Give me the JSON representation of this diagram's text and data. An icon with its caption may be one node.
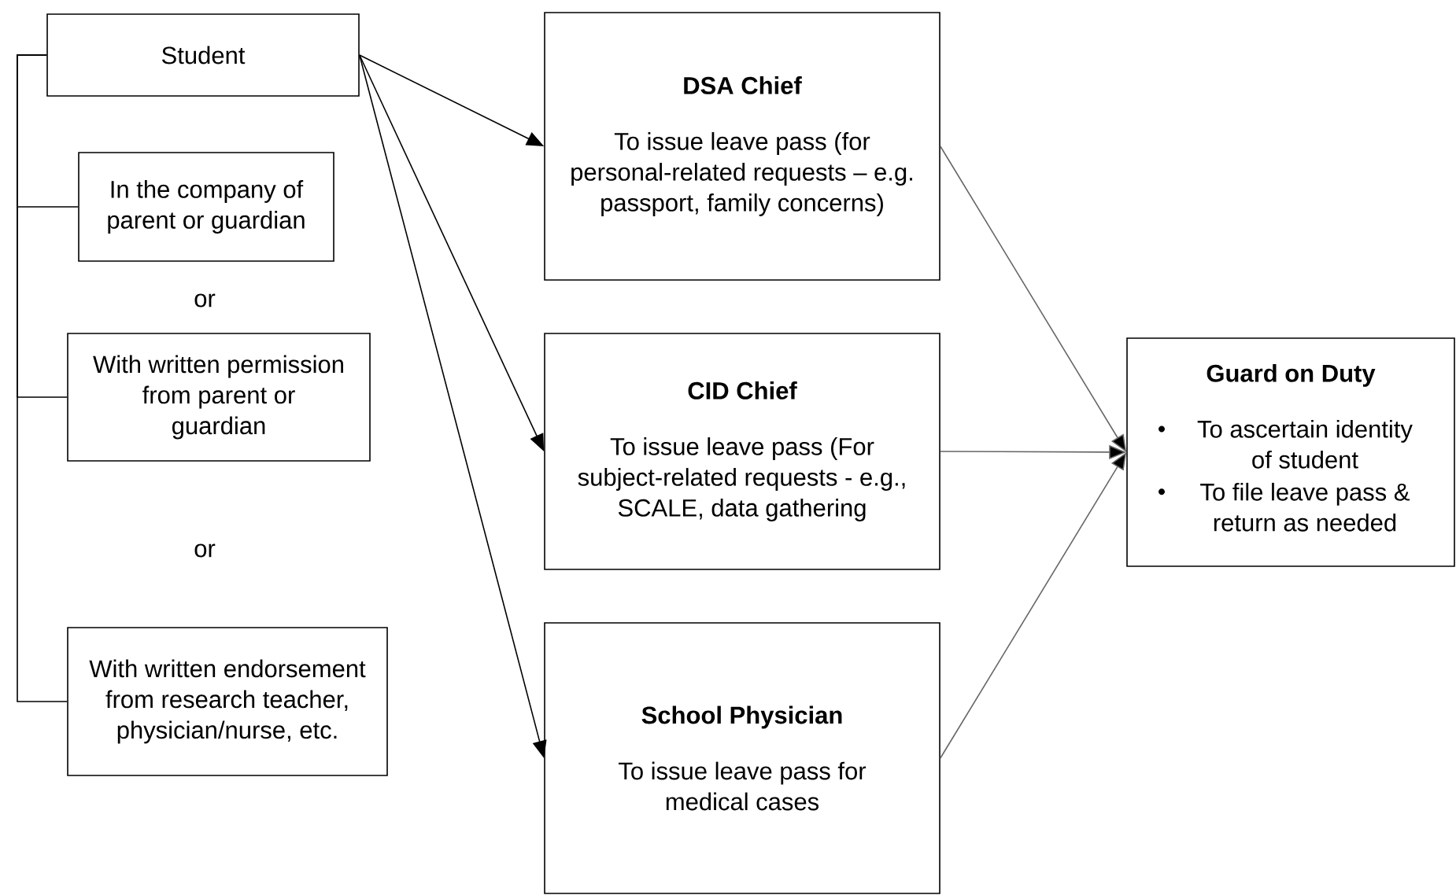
{
  "diagram": {
    "nodes": [
      {
        "text": [
          "Student"
        ]
      },
      {
        "text": [
          "In the company of parent or guardian"
        ]
      },
      {
        "text": [
          "With written permission from parent or guardian"
        ]
      },
      {
        "text": [
          "With written endorsement from research teacher, physician/nurse, etc."
        ]
      },
      {
        "text": [
          "DSA Chief",
          "To issue leave pass (for personal-related requests – e.g. passport, family concerns)"
        ]
      },
      {
        "text": [
          "CID Chief",
          "To issue leave pass (For subject-related requests - e.g., SCALE, data gathering"
        ]
      },
      {
        "text": [
          "School Physician",
          "To issue leave pass for medical cases"
        ]
      },
      {
        "text": [
          "Guard on Duty",
          "To ascertain identity of student",
          "To file leave pass & return as needed"
        ]
      }
    ],
    "edges": [
      {
        "from": 0,
        "to": 1,
        "arrow": "none"
      },
      {
        "from": 0,
        "to": 2,
        "arrow": "none"
      },
      {
        "from": 0,
        "to": 3,
        "arrow": "none"
      },
      {
        "from": 0,
        "to": 4,
        "arrow": "to"
      },
      {
        "from": 0,
        "to": 5,
        "arrow": "to"
      },
      {
        "from": 0,
        "to": 6,
        "arrow": "to"
      },
      {
        "from": 4,
        "to": 7,
        "arrow": "to",
        "color": "#666666"
      },
      {
        "from": 5,
        "to": 7,
        "arrow": "to",
        "color": "#666666"
      },
      {
        "from": 6,
        "to": 7,
        "arrow": "to",
        "color": "#666666"
      }
    ],
    "labels": [
      "or",
      "or"
    ]
  }
}
